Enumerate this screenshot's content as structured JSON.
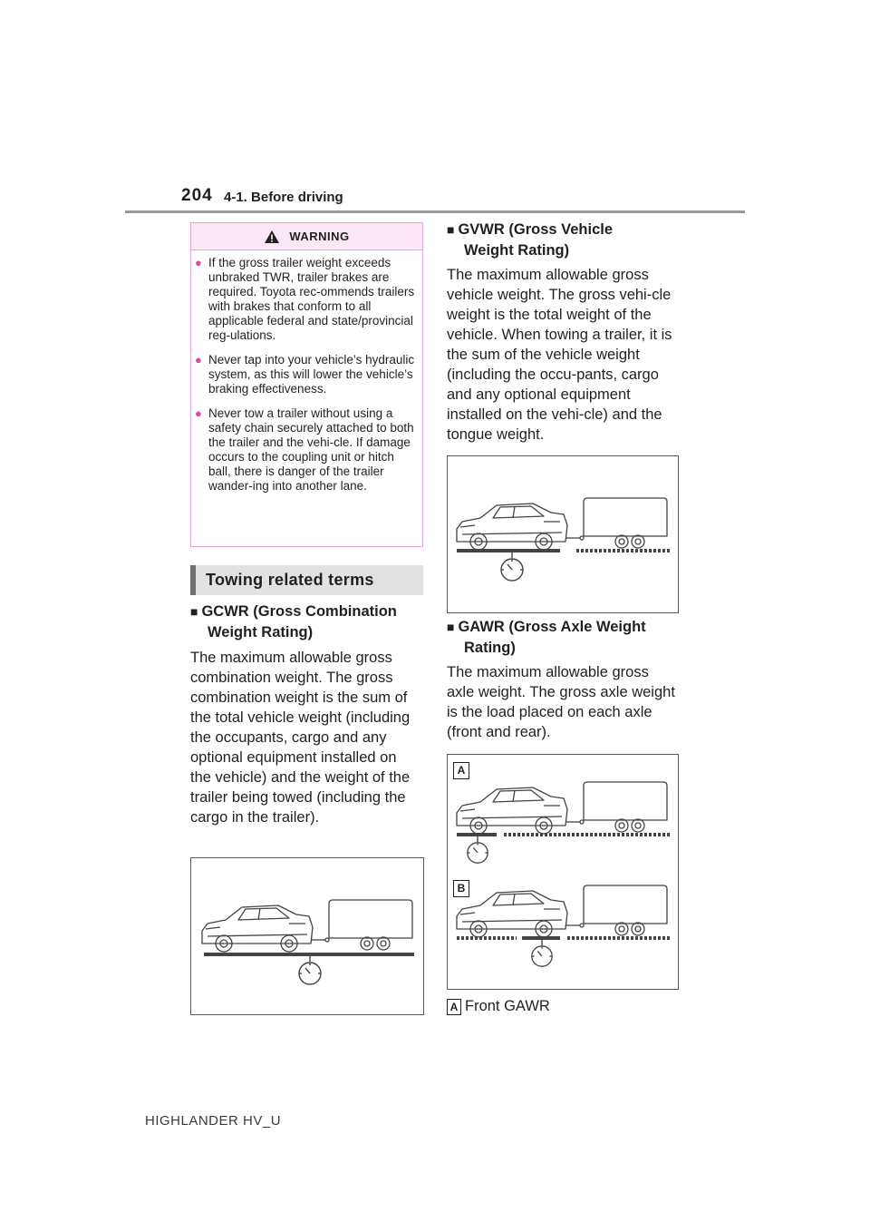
{
  "header": {
    "page_number": "204",
    "section": "4-1. Before driving"
  },
  "warning": {
    "title": "WARNING",
    "items": [
      "If the gross trailer weight exceeds unbraked TWR, trailer brakes are required. Toyota rec-ommends trailers with brakes that conform to all applicable federal and state/provincial reg-ulations.",
      "Never tap into your vehicle’s hydraulic system, as this will lower the vehicle’s braking effectiveness.",
      "Never tow a trailer without using a safety chain securely attached to both the trailer and the vehi-cle. If damage occurs to the coupling unit or hitch ball, there is danger of the trailer wander-ing into another lane."
    ]
  },
  "terms_heading": "Towing related terms",
  "gcwr": {
    "title_line1": "GCWR (Gross Combination",
    "title_line2": "Weight Rating)",
    "body": "The maximum allowable gross combination weight. The gross combination weight is the sum of the total vehicle weight (including the occupants, cargo and any optional equipment installed on the vehicle) and the weight of the trailer being towed (including the cargo in the trailer)."
  },
  "gvwr": {
    "title_line1": "GVWR (Gross Vehicle",
    "title_line2": "Weight Rating)",
    "body": "The maximum allowable gross vehicle weight. The gross vehi-cle weight is the total weight of the vehicle. When towing a trailer, it is the sum of the vehicle weight (including the occu-pants, cargo and any optional equipment installed on the vehi-cle) and the tongue weight."
  },
  "gawr": {
    "title_line1": "GAWR (Gross Axle Weight",
    "title_line2": "Rating)",
    "body": "The maximum allowable gross axle weight. The gross axle weight is the load placed on each axle (front and rear)."
  },
  "figure_labels": {
    "a": "A",
    "b": "B"
  },
  "legend": {
    "label": "A",
    "text": "Front GAWR"
  },
  "footer": "HIGHLANDER HV_U",
  "icons": {
    "warning": "warning-triangle-icon",
    "bullet": "bullet-dot-icon",
    "square": "square-bullet-icon"
  },
  "colors": {
    "warning_border": "#e6a8d7",
    "warning_bg": "#fbe7f5",
    "bullet": "#d64aa8",
    "heading_bg": "#e2e2e2"
  }
}
